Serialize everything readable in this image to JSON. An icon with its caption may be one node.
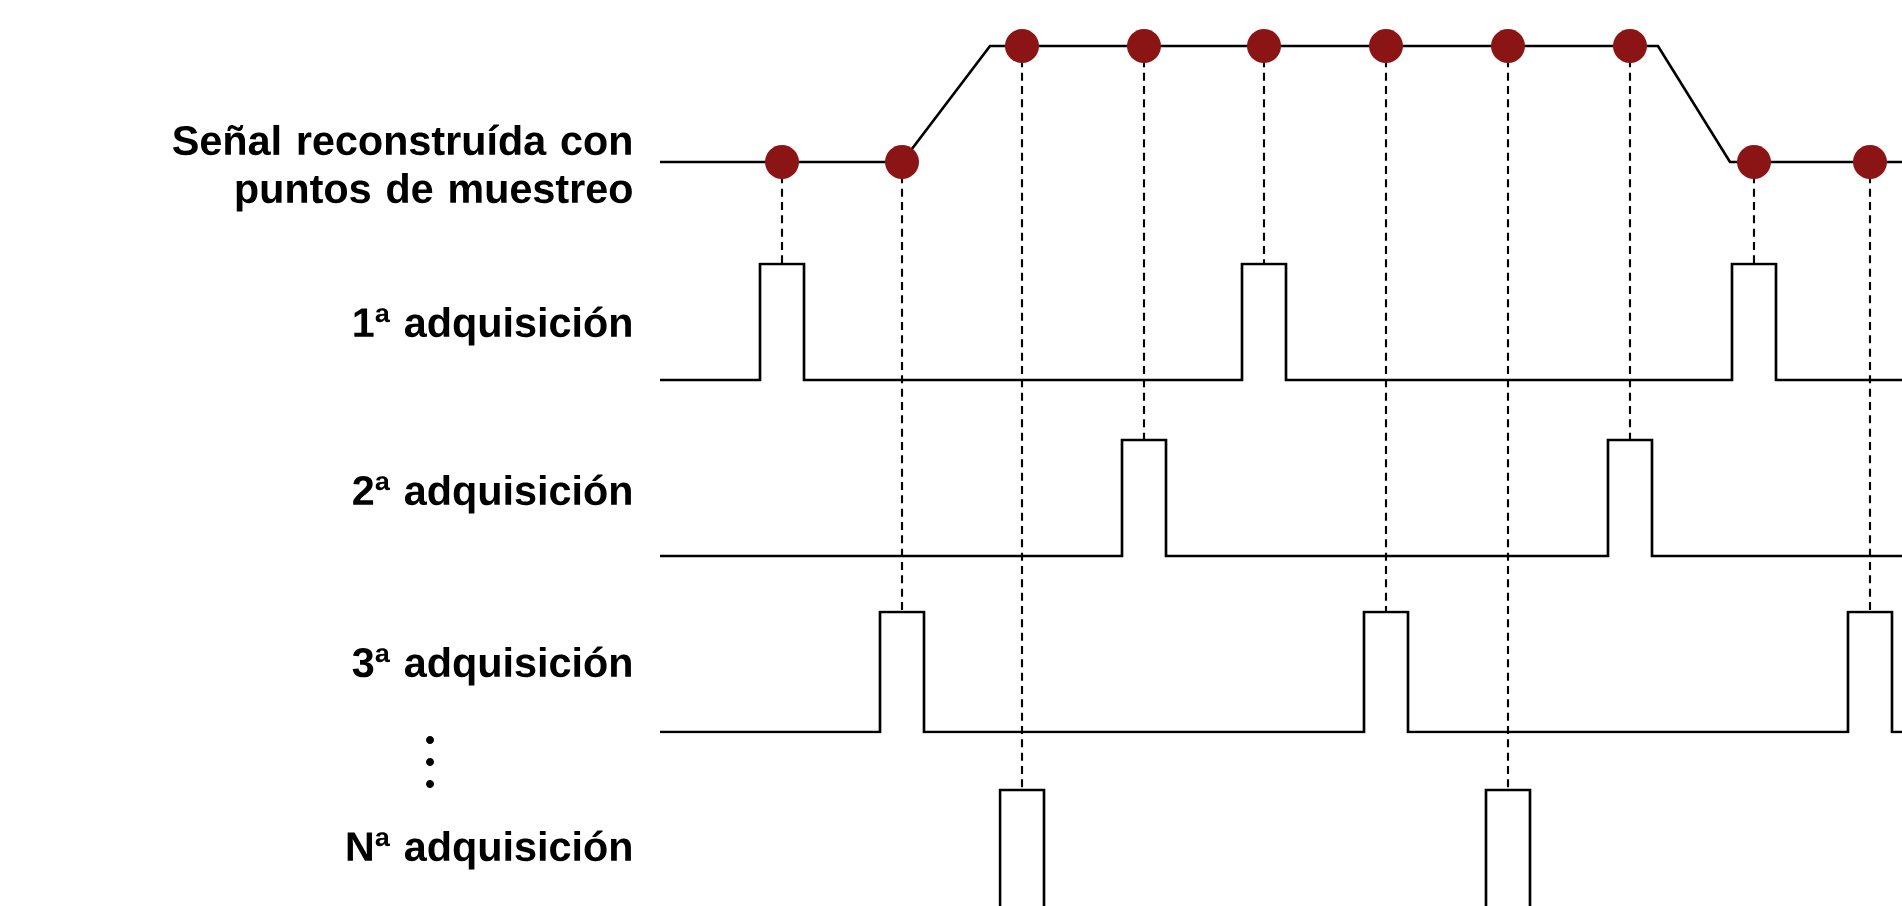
{
  "diagram": {
    "labels": [
      "Señal reconstruída con puntos de muestreo",
      "1ª adquisición",
      "2ª adquisición",
      "3ª adquisición",
      "Nª adquisición"
    ]
  }
}
